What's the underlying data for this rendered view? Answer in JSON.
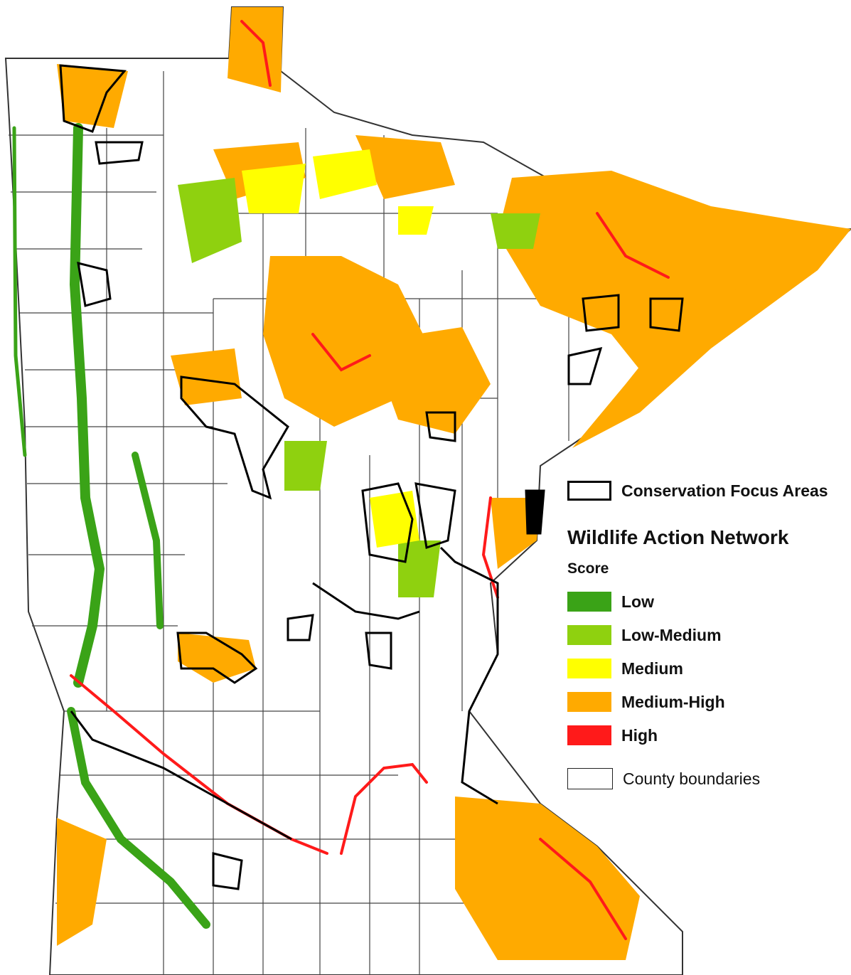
{
  "legend": {
    "focus_label": "Conservation Focus Areas",
    "title": "Wildlife Action Network",
    "subtitle": "Score",
    "classes": [
      {
        "label": "Low",
        "color": "#3aa317"
      },
      {
        "label": "Low-Medium",
        "color": "#8fd10f"
      },
      {
        "label": "Medium",
        "color": "#ffff00"
      },
      {
        "label": "Medium-High",
        "color": "#ffaa00"
      },
      {
        "label": "High",
        "color": "#ff1a1a"
      }
    ],
    "county_label": "County boundaries"
  },
  "colors": {
    "low": "#3aa317",
    "low_medium": "#8fd10f",
    "medium": "#ffff00",
    "medium_high": "#ffaa00",
    "high": "#ff1a1a",
    "outline": "#000000",
    "county_line": "#333333"
  }
}
